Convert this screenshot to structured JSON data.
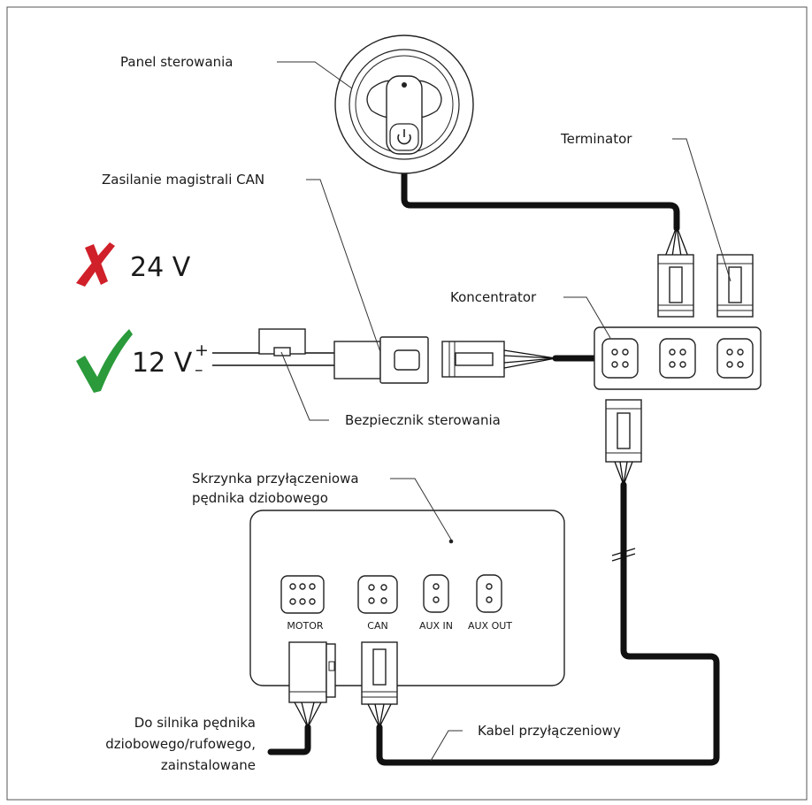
{
  "labels": {
    "panel": "Panel sterowania",
    "terminator": "Terminator",
    "can_power": "Zasilanie magistrali CAN",
    "hub": "Koncentrator",
    "fuse": "Bezpiecznik sterowania",
    "junction_box_line1": "Skrzynka przyłączeniowa",
    "junction_box_line2": "pędnika dziobowego",
    "cable": "Kabel przyłączeniowy",
    "motor_dest_line1": "Do silnika pędnika",
    "motor_dest_line2": "dziobowego/rufowego,",
    "motor_dest_line3": "zainstalowane"
  },
  "voltage": {
    "wrong": "24 V",
    "right": "12 V",
    "plus": "+",
    "minus": "–"
  },
  "ports": {
    "motor": "MOTOR",
    "can": "CAN",
    "aux_in": "AUX IN",
    "aux_out": "AUX OUT"
  },
  "colors": {
    "cross": "#d0202a",
    "check": "#2a9a3a"
  },
  "icons": {
    "wrong": "cross-icon",
    "right": "check-icon",
    "power": "power-icon"
  }
}
